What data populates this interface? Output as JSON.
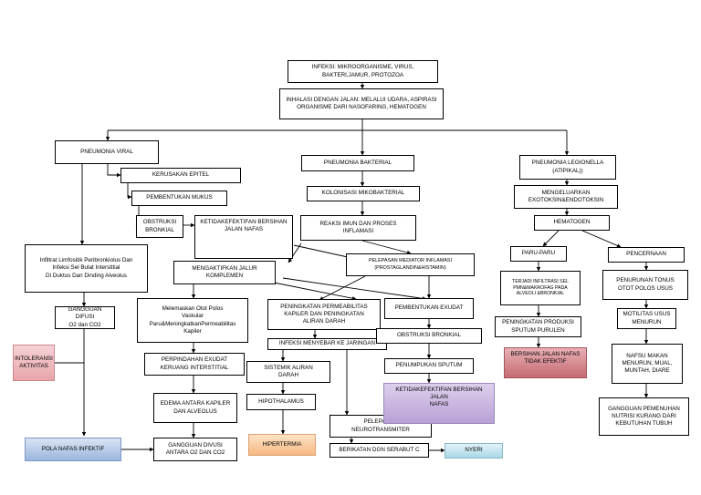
{
  "nodes": {
    "infeksi": "INFEKSI: MIKROORGANISME, VIRUS,\nBAKTERI,JAMUR, PROTOZOA",
    "inhalasi": "INHALASI DENGAN JALAN: MELALUI UDARA, ASPIRASI\nORGANISME DARI NASOFARING, HEMATOGEN",
    "pneumonia_viral": "PNEUMONIA VIRAL",
    "pneumonia_bakterial": "PNEUMONIA BAKTERIAL",
    "pneumonia_legionella": "PNEUMONIA LEGIONELLA\n(ATIPIKAL))",
    "kerusakan_epitel": "KERUSAKAN EPITEL",
    "pembentukan_mukus": "PEMBENTUKAN MUKUS",
    "obstruksi_bronkial": "OBSTRUKSI\nBRONKIAL",
    "ketidakefektifan_1": "KETIDAKEFEKTIFAN BERSIHAN\nJALAN NAFAS",
    "infiltrat": "Infiltrat Limfositik Peribronkiolus Dan\nInfeksi Sel Bulat  Interstitial\nDi Duktus Dan Dinding Alveolus",
    "mengaktifkan": "MENGAKTIFKAN JALUR\nKOMPLEMEN",
    "gangguan_difusi": "GANGGUAN DIFUSI\nO2 dan CO2",
    "intoleransi": "INTOLERANSI\nAKTIVITAS",
    "melemaskan": "Melemaskan Otot Polos\nVaskular\nParu&MeningkatkanPermeabilitas\nKapiler",
    "perpindahan": "PERPINDAHAN EXUDAT\nKERUANG INTERSTITIAL",
    "edema": "EDEMA ANTARA KAPILER\nDAN ALVEOLUS",
    "gangguan_divusi": "GANGGUAN DIVUSI\nANTARA O2 DAN CO2",
    "pola_nafas": "POLA NAFAS INFEKTIF",
    "kolonisasi": "KOLONISASI MIKOBAKTERIAL",
    "reaksi_imun": "REAKSI IMUN DAN PROSES\nINFLAMASI",
    "pelepasan_mediator": "PELEPASAN MEDIATOR INFLAMASI\n(PROSTAGLANDIN&HISTAMIN)",
    "peningkatan_permeabilitas": "PENINGKATAN PERMEABILITAS\nKAPILER DAN PENINGKATAN\nALIRAN DARAH",
    "infeksi_menyebar": "INFEKSI MENYEBAR KE JARINGAN",
    "sistemik": "SISTEMIK ALIRAN\nDARAH",
    "hipotalamus": "HIPOTHALAMUS",
    "hipertermia": "HIPERTERMIA",
    "pelepasan_neuro": "PELEPASAN\nNEUROTRANSMITER",
    "berikatan": "BERIKATAN DGN SERABUT C",
    "nyeri": "NYERI",
    "pembentukan_exudat": "PEMBENTUKAN EXUDAT",
    "obstruksi_bronkial2": "OBSTRUKSI BRONKIAL",
    "penumpukan_sputum": "PENUMPUKAN SPUTUM",
    "ketidakefektifan_2": "KETIDAKEFEKTIFAN BERSIHAN JALAN\nNAFAS",
    "mengeluarkan": "MENGELUARKAN\nEXOTOKSIN&ENDOTOKSIN",
    "hematogen": "HEMATOGEN",
    "paru_paru": "PARU-PARU",
    "pencernaan": "PENCERNAAN",
    "terjadi_infiltrasi": "TERJADI INFILTRASI SEL\nPMN&MAKROFAG PADA\nALVEOLI &BRONKIAL",
    "peningkatan_produksi": "PENINGKATAN PRODUKSI\nSPUTUM PURULEN",
    "bersihan": "BERSIHAN JALAN NAFAS\nTIDAK EFEKTIF",
    "penurunan_tonus": "PENURUNAN TONUS\nOTOT POLOS USUS",
    "motilitas": "MOTILITAS USUS\nMENURUN",
    "nafsu_makan": "NAFSU MAKAN\nMENURUN, MUAL,\nMUNTAH, DIARE",
    "gangguan_nutrisi": "GANGGUAN PEMENUHAN\nNUTRISI KURANG DARI\nKEBUTUHAN TUBUH"
  },
  "colors": {
    "intoleransi": "#e8a5aa",
    "bersihan": "#c56a72",
    "pola_nafas": "#9bb6df",
    "ketidakefektifan_2": "#b9a0d6",
    "hipertermia": "#f6b983",
    "nyeri": "#a9d7e6"
  }
}
